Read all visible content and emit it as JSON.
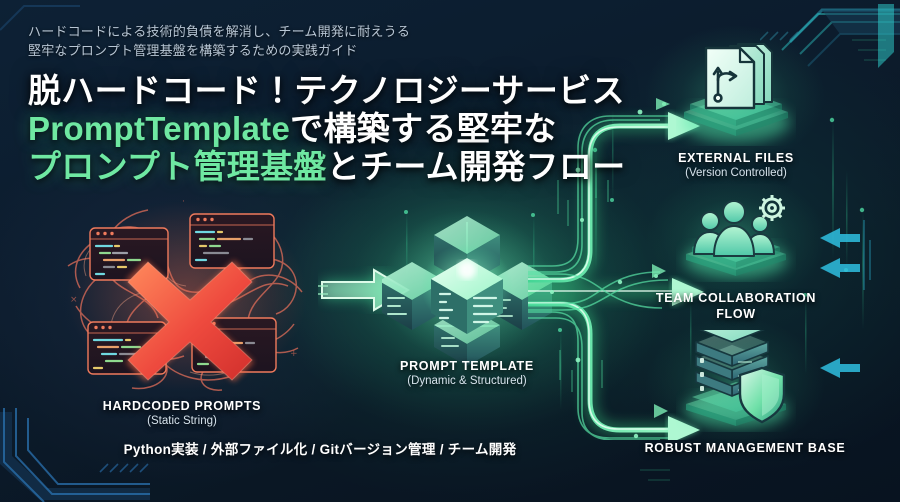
{
  "header": {
    "subtitle_line1": "ハードコードによる技術的負債を解消し、チーム開発に耐えうる",
    "subtitle_line2": "堅牢なプロンプト管理基盤を構築するための実践ガイド",
    "title_line1": "脱ハードコード！テクノロジーサービス",
    "title_line2_green": "PromptTemplate",
    "title_line2_white": "で構築する堅牢な",
    "title_line3_green": "プロンプト管理基盤",
    "title_line3_white": "とチーム開発フロー"
  },
  "nodes": {
    "hardcoded": {
      "title": "HARDCODED PROMPTS",
      "subtitle": "(Static String)"
    },
    "template": {
      "title": "PROMPT TEMPLATE",
      "subtitle": "(Dynamic & Structured)"
    },
    "external": {
      "title": "EXTERNAL FILES",
      "subtitle": "(Version Controlled)"
    },
    "team": {
      "title_line1": "TEAM COLLABORATION",
      "title_line2": "FLOW"
    },
    "robust": {
      "title": "ROBUST MANAGEMENT BASE"
    }
  },
  "footer": {
    "tags": "Python実装 / 外部ファイル化 / Gitバージョン管理 / チーム開発"
  },
  "colors": {
    "background": "#0d1d2e",
    "accent_green": "#6fe8a2",
    "glow_green": "#3ee08a",
    "error_red": "#e8453c",
    "frame_blue": "#1b4a78",
    "frame_teal": "#2ec4c4",
    "text_white": "#ffffff",
    "text_muted": "#b8c6d4"
  },
  "icons": {
    "external": "documents-stack-git-branch-icon",
    "team": "people-group-gear-icon",
    "robust": "server-stack-shield-icon",
    "template": "isometric-cubes-icon",
    "hardcoded": "tangled-code-windows-x-icon",
    "flow_arrow": "arrow-right-icon"
  }
}
